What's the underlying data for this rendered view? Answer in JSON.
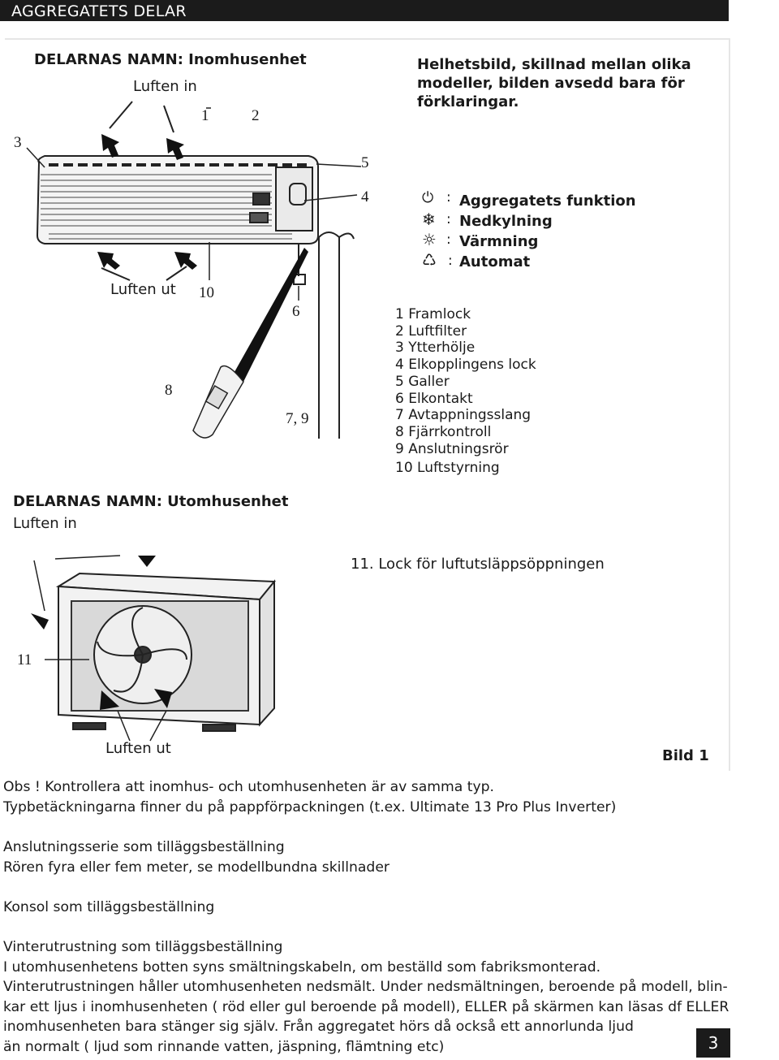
{
  "header": {
    "title": "AGGREGATETS DELAR"
  },
  "indoor": {
    "heading": "DELARNAS NAMN: Inomhusenhet",
    "air_in": "Luften in",
    "air_out": "Luften ut",
    "callouts": {
      "n1": "1",
      "n2": "2",
      "n3": "3",
      "n4": "4",
      "n5": "5",
      "n6": "6",
      "n79": "7, 9",
      "n8": "8",
      "n10": "10"
    }
  },
  "overview_note": [
    "Helhetsbild, skillnad mellan olika",
    "modeller, bilden avsedd bara för",
    "förklaringar."
  ],
  "modes": [
    {
      "icon": "power-icon",
      "sep": ":",
      "label": "Aggregatets funktion"
    },
    {
      "icon": "snowflake-icon",
      "sep": ":",
      "label": "Nedkylning"
    },
    {
      "icon": "sun-icon",
      "sep": ":",
      "label": "Värmning"
    },
    {
      "icon": "auto-cycle-icon",
      "sep": ":",
      "label": "Automat"
    }
  ],
  "parts": [
    "1 Framlock",
    "2 Luftfilter",
    "3 Ytterhölje",
    "4 Elkopplingens lock",
    "5 Galler",
    "6 Elkontakt",
    "7 Avtappningsslang",
    "8 Fjärrkontroll",
    "9 Anslutningsrör",
    "10 Luftstyrning"
  ],
  "outdoor": {
    "heading": "DELARNAS NAMN: Utomhusenhet",
    "air_in": "Luften in",
    "air_out": "Luften ut",
    "callout11": "11",
    "lock_label": "11. Lock för luftutsläppsöppningen"
  },
  "figure_label": "Bild 1",
  "notes": {
    "obs": [
      "Obs ! Kontrollera att inomhus- och utomhusenheten är av samma typ.",
      "Typbetäckningarna finner du på pappförpackningen (t.ex. Ultimate 13 Pro Plus Inverter)"
    ],
    "connection": [
      "Anslutningsserie som tilläggsbeställning",
      "Rören fyra eller fem meter, se modellbundna skillnader"
    ],
    "console": [
      "Konsol som tilläggsbeställning"
    ],
    "winter": [
      "Vinterutrustning som tilläggsbeställning",
      "I utomhusenhetens botten syns smältningskabeln, om beställd som fabriksmonterad.",
      "Vinterutrustningen håller utomhusenheten nedsmält. Under nedsmältningen, beroende på modell, blin-",
      "kar ett ljus i inomhusenheten ( röd eller gul beroende på modell),  ELLER på skärmen kan läsas df ELLER",
      "inomhusenheten bara stänger sig själv. Från aggregatet hörs då också ett annorlunda ljud",
      "än normalt ( ljud som rinnande vatten, jäspning, flämtning etc)"
    ]
  },
  "page_number": "3"
}
